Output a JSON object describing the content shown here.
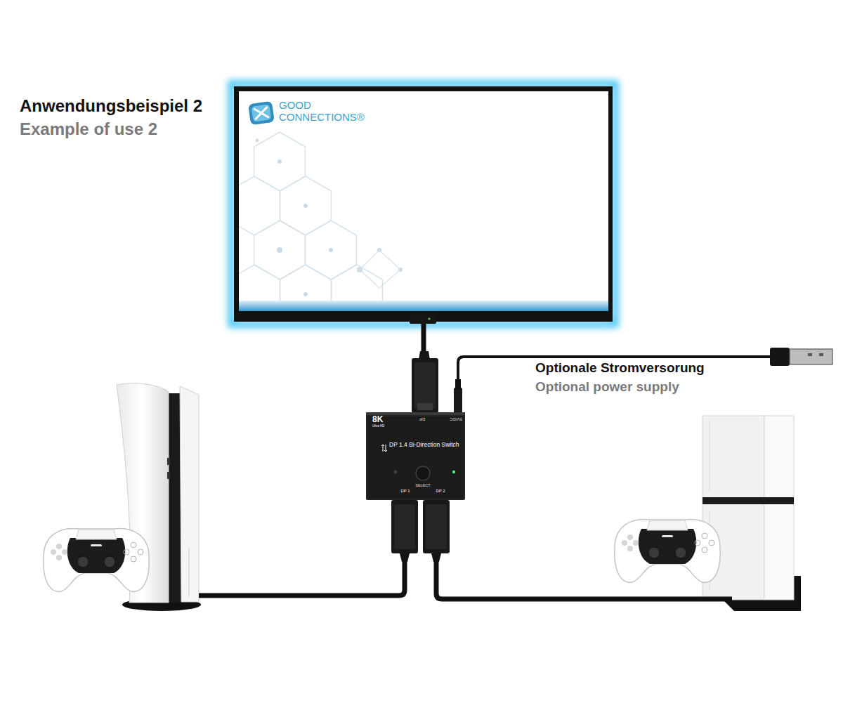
{
  "diagram": {
    "title": "Anwendungsbeispiel 2",
    "nodes": [
      {
        "text": [
          "GOOD CONNECTIONS®"
        ]
      },
      {
        "text": [
          "8K",
          "Ultra HD",
          "DP",
          "5V/DC",
          "DP 1.4 Bi-Direction Switch",
          "SELECT",
          "DP 1",
          "DP 2"
        ]
      }
    ],
    "edges": [
      {
        "from": 0,
        "to": 1,
        "arrow": "none"
      }
    ],
    "labels": [
      "Example of use 2",
      "Optionale Stromversorung",
      "Optional power supply"
    ]
  }
}
